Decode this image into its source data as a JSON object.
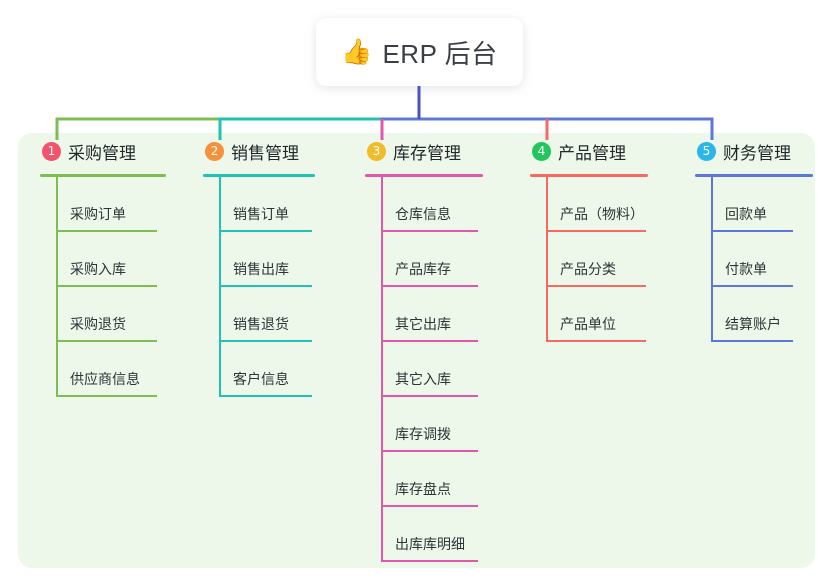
{
  "title": {
    "emoji": "👍",
    "emoji_name": "thumbs-up-icon",
    "text": "ERP 后台"
  },
  "palette": {
    "page_background": "#ffffff",
    "panel_background": "#eef8ea",
    "card_background": "#ffffff",
    "title_text": "#3a3f46",
    "stem": "#4a51c4"
  },
  "columns": [
    {
      "number": "1",
      "title": "采购管理",
      "badge_color": "#f2546d",
      "line_color": "#7dbd54",
      "items": [
        "采购订单",
        "采购入库",
        "采购退货",
        "供应商信息"
      ]
    },
    {
      "number": "2",
      "title": "销售管理",
      "badge_color": "#f5903b",
      "line_color": "#22c1b4",
      "items": [
        "销售订单",
        "销售出库",
        "销售退货",
        "客户信息"
      ]
    },
    {
      "number": "3",
      "title": "库存管理",
      "badge_color": "#f0bc2e",
      "line_color": "#e256ab",
      "items": [
        "仓库信息",
        "产品库存",
        "其它出库",
        "其它入库",
        "库存调拨",
        "库存盘点",
        "出库库明细"
      ]
    },
    {
      "number": "4",
      "title": "产品管理",
      "badge_color": "#22c55e",
      "line_color": "#f56b62",
      "items": [
        "产品（物料）",
        "产品分类",
        "产品单位"
      ]
    },
    {
      "number": "5",
      "title": "财务管理",
      "badge_color": "#29b6e8",
      "line_color": "#5b78d8",
      "items": [
        "回款单",
        "付款单",
        "结算账户"
      ]
    }
  ]
}
